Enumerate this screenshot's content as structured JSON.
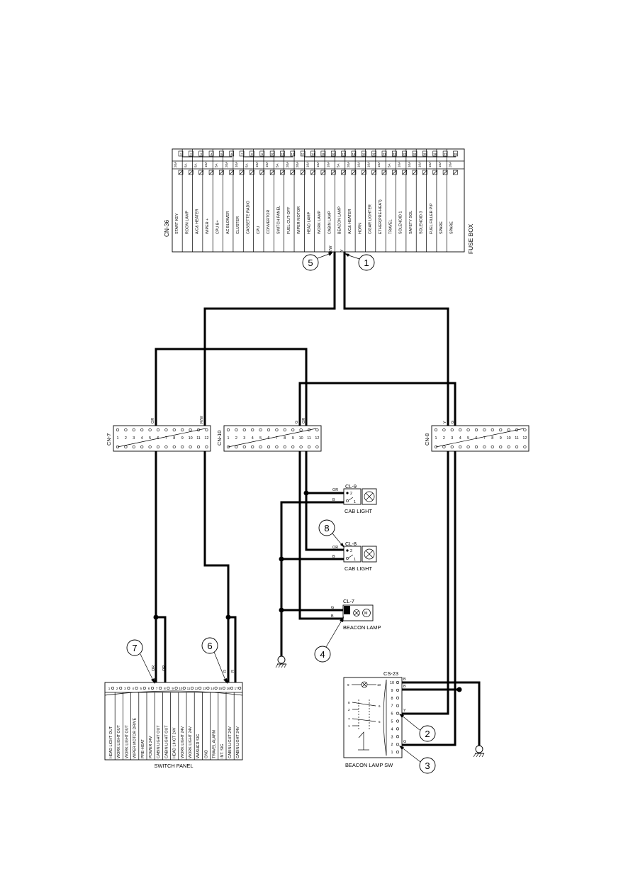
{
  "fuse_box": {
    "connector": "CN-36",
    "title": "FUSE BOX",
    "fuses": [
      {
        "num": "1",
        "rating": "20A",
        "label": "START KEY"
      },
      {
        "num": "2",
        "rating": "5A",
        "label": "ROOM LAMP"
      },
      {
        "num": "3",
        "rating": "5A",
        "label": "A/C& HEATER"
      },
      {
        "num": "4",
        "rating": "10A",
        "label": "WIPER +"
      },
      {
        "num": "5",
        "rating": "5A",
        "label": "CPU B+"
      },
      {
        "num": "6",
        "rating": "20A",
        "label": "AC BLOWER"
      },
      {
        "num": "7",
        "rating": "10A",
        "label": "CLUSTER"
      },
      {
        "num": "8",
        "rating": "5A",
        "label": "CASSETTE RADIO"
      },
      {
        "num": "9",
        "rating": "10A",
        "label": "CPU"
      },
      {
        "num": "10",
        "rating": "10A",
        "label": "CONVERTOR"
      },
      {
        "num": "11",
        "rating": "5A",
        "label": "SWITCH PANEL"
      },
      {
        "num": "12",
        "rating": "20A",
        "label": "FUEL CUT-OFF"
      },
      {
        "num": "13",
        "rating": "20A",
        "label": "WIPER MOTOR"
      },
      {
        "num": "14",
        "rating": "10A",
        "label": "HEAD LAMP"
      },
      {
        "num": "15",
        "rating": "10A",
        "label": "WORK LAMP"
      },
      {
        "num": "16",
        "rating": "10A",
        "label": "CABIN LAMP"
      },
      {
        "num": "17",
        "rating": "5A",
        "label": "BEACON LAMP"
      },
      {
        "num": "18",
        "rating": "20A",
        "label": "A/C& HEATER"
      },
      {
        "num": "19",
        "rating": "10A",
        "label": "HORN"
      },
      {
        "num": "20",
        "rating": "10A",
        "label": "CIGAR LIGHTER"
      },
      {
        "num": "21",
        "rating": "10A",
        "label": "ETHER(PRE-HEAT)"
      },
      {
        "num": "22",
        "rating": "5A",
        "label": "TRAVEL"
      },
      {
        "num": "23",
        "rating": "10A",
        "label": "SOLENOID 1"
      },
      {
        "num": "24",
        "rating": "10A",
        "label": "SAFETY SOL"
      },
      {
        "num": "25",
        "rating": "10A",
        "label": "SOLENOID 3"
      },
      {
        "num": "26",
        "rating": "10A",
        "label": "FUEL FILLER P/P"
      },
      {
        "num": "27",
        "rating": "10A",
        "label": "SPARE"
      },
      {
        "num": "28",
        "rating": "20A",
        "label": "SPARE"
      }
    ],
    "wire_left": "R/W",
    "wire_right": "Y"
  },
  "callouts": [
    "1",
    "2",
    "3",
    "4",
    "5",
    "6",
    "7",
    "8"
  ],
  "connectors": {
    "cn7": {
      "name": "CN-7",
      "wire_a": "OR",
      "wire_b": "R/W"
    },
    "cn10": {
      "name": "CN-10",
      "wire_a": "G",
      "wire_b": "OR"
    },
    "cn8": {
      "name": "CN-8",
      "wire_a": "Y",
      "wire_b": "G"
    },
    "pin_numbers": [
      "1",
      "2",
      "3",
      "4",
      "5",
      "6",
      "7",
      "8",
      "9",
      "10",
      "11",
      "12"
    ]
  },
  "lamps": {
    "cl9": {
      "name": "CL-9",
      "label": "CAB LIGHT",
      "wire_1": "OR",
      "wire_2": "B",
      "pin_1": "2",
      "pin_2": "1"
    },
    "cl8": {
      "name": "CL-8",
      "label": "CAB LIGHT",
      "wire_1": "OR",
      "wire_2": "B",
      "pin_1": "2",
      "pin_2": "1"
    },
    "cl7": {
      "name": "CL-7",
      "label": "BEACON LAMP",
      "wire_1": "G",
      "wire_2": "B",
      "motor": "M"
    }
  },
  "switch_panel": {
    "title": "SWITCH PANEL",
    "wire_7": "OR",
    "wire_8": "OR",
    "wire_16": "R",
    "wire_17": "R",
    "pins": [
      {
        "num": "1",
        "label": "HEAD LIGHT OUT"
      },
      {
        "num": "2",
        "label": "WORK LIGHT OUT"
      },
      {
        "num": "3",
        "label": "WORK LIGHT OUT"
      },
      {
        "num": "4",
        "label": "WIPER MOTOR DRIVE"
      },
      {
        "num": "5",
        "label": "PRE-HEAT"
      },
      {
        "num": "6",
        "label": "POWER 24V"
      },
      {
        "num": "7",
        "label": "CABIN LIGHT OUT"
      },
      {
        "num": "8",
        "label": "CABIN LIGHT OUT"
      },
      {
        "num": "9",
        "label": "HEAD LIHGT 24V"
      },
      {
        "num": "10",
        "label": "WORK LIGHT 24V"
      },
      {
        "num": "11",
        "label": "WORK LIGHT 24V"
      },
      {
        "num": "12",
        "label": "WASHER SIG"
      },
      {
        "num": "13",
        "label": "GND"
      },
      {
        "num": "14",
        "label": "TRAVEL ALARM"
      },
      {
        "num": "15",
        "label": "INT. SIG"
      },
      {
        "num": "16",
        "label": "CABIN LIGHT 24V"
      },
      {
        "num": "17",
        "label": "CABIN LIGHT 24V"
      }
    ]
  },
  "beacon_switch": {
    "name": "CS-23",
    "title": "BEACON LAMP SW",
    "pins": [
      "10",
      "9",
      "8",
      "7",
      "6",
      "5",
      "4",
      "3",
      "2",
      "1"
    ],
    "wire_10": "B",
    "wire_9": "B",
    "wire_6": "Y",
    "wire_2": "G",
    "internal": {
      "t9": "9",
      "t10": "10",
      "t8": "8",
      "t2": "2",
      "t7": "7",
      "t1": "1",
      "t6": "6",
      "t5": "5"
    }
  }
}
